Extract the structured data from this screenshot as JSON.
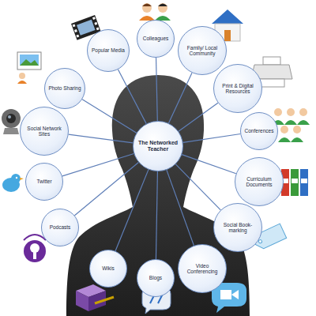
{
  "diagram": {
    "nodes": [
      {
        "text": [
          "The Networked Teacher"
        ]
      },
      {
        "text": [
          "Popular Media"
        ]
      },
      {
        "text": [
          "Colleagues"
        ]
      },
      {
        "text": [
          "Family/ Local Community"
        ]
      },
      {
        "text": [
          "Print & Digital Resources"
        ]
      },
      {
        "text": [
          "Conferences"
        ]
      },
      {
        "text": [
          "Curriculum Documents"
        ]
      },
      {
        "text": [
          "Social Book-marking"
        ]
      },
      {
        "text": [
          "Video Conferencing"
        ]
      },
      {
        "text": [
          "Blogs"
        ]
      },
      {
        "text": [
          "Wikis"
        ]
      },
      {
        "text": [
          "Podcasts"
        ]
      },
      {
        "text": [
          "Twitter"
        ]
      },
      {
        "text": [
          "Social Network Sites"
        ]
      },
      {
        "text": [
          "Photo Sharing"
        ]
      }
    ],
    "edges": [
      {
        "from": 0,
        "to": 1,
        "arrow": "none"
      },
      {
        "from": 0,
        "to": 2,
        "arrow": "none"
      },
      {
        "from": 0,
        "to": 3,
        "arrow": "none"
      },
      {
        "from": 0,
        "to": 4,
        "arrow": "none"
      },
      {
        "from": 0,
        "to": 5,
        "arrow": "none"
      },
      {
        "from": 0,
        "to": 6,
        "arrow": "none"
      },
      {
        "from": 0,
        "to": 7,
        "arrow": "none"
      },
      {
        "from": 0,
        "to": 8,
        "arrow": "none"
      },
      {
        "from": 0,
        "to": 9,
        "arrow": "none"
      },
      {
        "from": 0,
        "to": 10,
        "arrow": "none"
      },
      {
        "from": 0,
        "to": 11,
        "arrow": "none"
      },
      {
        "from": 0,
        "to": 12,
        "arrow": "none"
      },
      {
        "from": 0,
        "to": 13,
        "arrow": "none"
      },
      {
        "from": 0,
        "to": 14,
        "arrow": "none"
      }
    ]
  }
}
